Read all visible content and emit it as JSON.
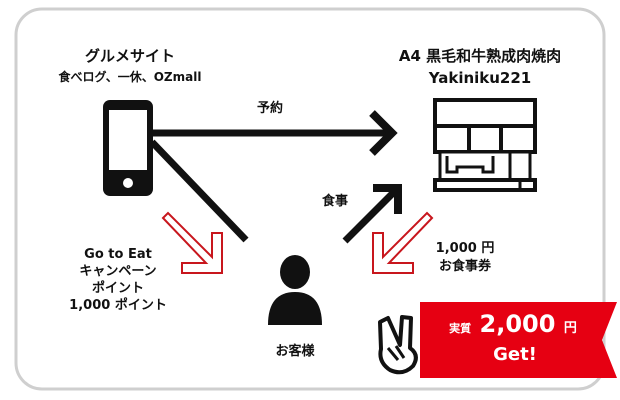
{
  "gourmet_site": {
    "title": "グルメサイト",
    "subtitle": "食べログ、一休、OZmall"
  },
  "restaurant": {
    "title": "A4 黒毛和牛熟成肉焼肉",
    "name": "Yakiniku221"
  },
  "reservation_label": "予約",
  "meal_label": "食事",
  "campaign": {
    "lines": [
      "Go to Eat",
      "キャンペーン",
      "ポイント",
      "1,000 ポイント"
    ]
  },
  "voucher": {
    "lines": [
      "1,000 円",
      "お食事券"
    ]
  },
  "customer_label": "お客様",
  "banner": {
    "prefix": "実質",
    "amount": "2,000",
    "unit": "円",
    "get": "Get!"
  },
  "colors": {
    "accent": "#e60012",
    "border": "#cccccc",
    "ink": "#111111"
  }
}
